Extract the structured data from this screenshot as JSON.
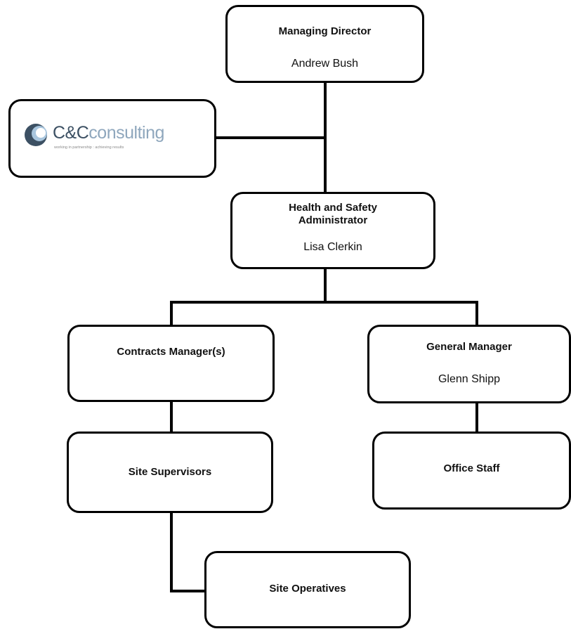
{
  "managing_director": {
    "title": "Managing Director",
    "name": "Andrew Bush"
  },
  "logo": {
    "brand": "C&C",
    "suffix": "consulting",
    "tagline": "working in partnership : achieving results"
  },
  "hs_admin": {
    "title_line1": "Health and Safety",
    "title_line2": "Administrator",
    "name": "Lisa Clerkin"
  },
  "contracts_manager": {
    "title": "Contracts Manager(s)"
  },
  "general_manager": {
    "title": "General Manager",
    "name": "Glenn Shipp"
  },
  "site_supervisors": {
    "title": "Site Supervisors"
  },
  "office_staff": {
    "title": "Office Staff"
  },
  "site_operatives": {
    "title": "Site Operatives"
  },
  "colors": {
    "line": "#000000",
    "logo_dark": "#3c5063",
    "logo_light": "#8fa7bd"
  }
}
